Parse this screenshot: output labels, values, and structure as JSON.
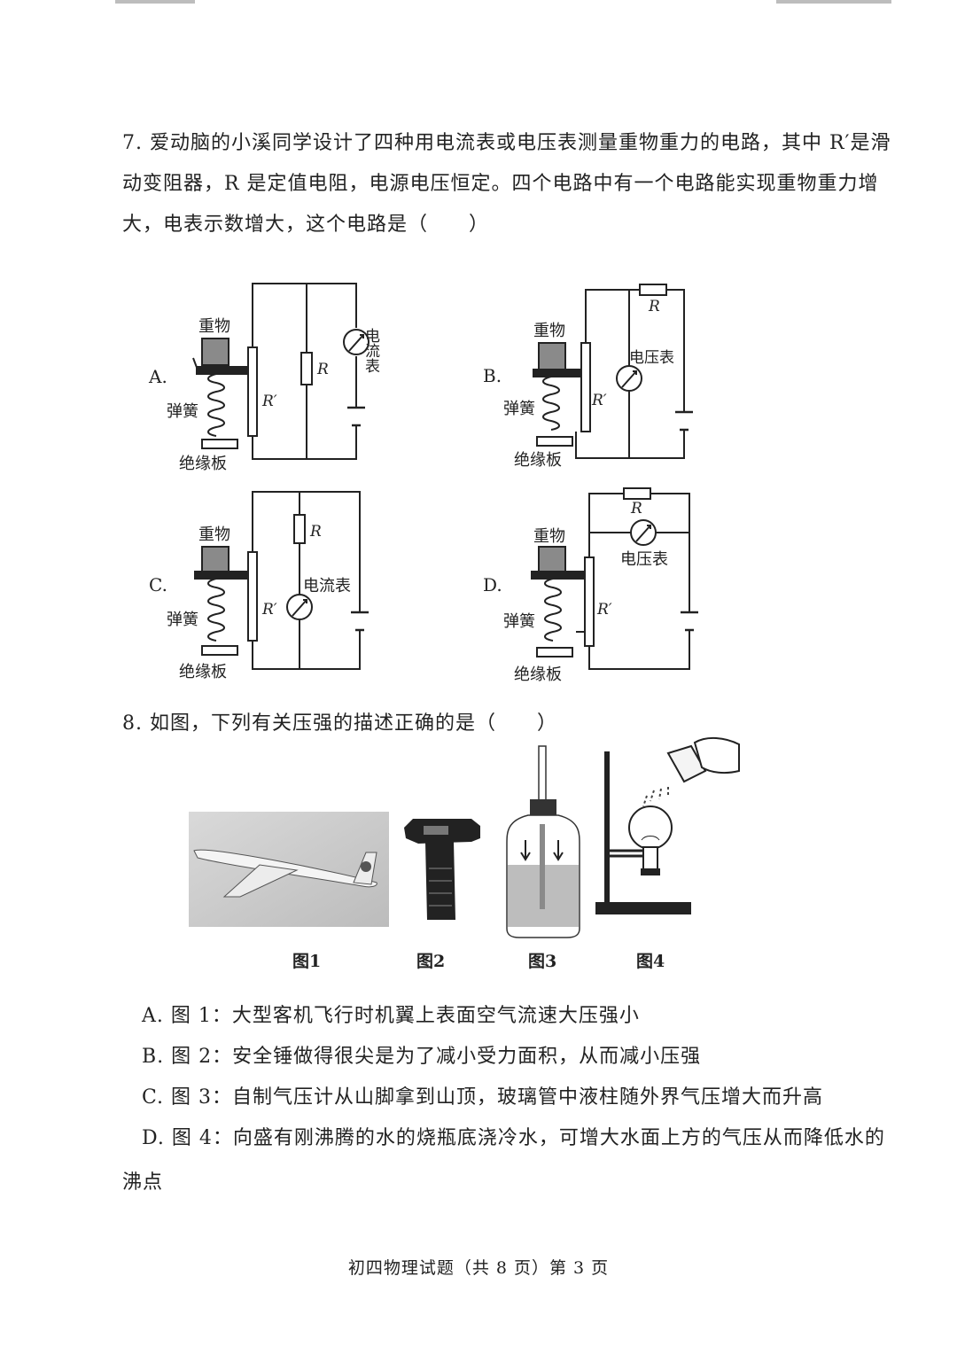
{
  "q7": {
    "line1": "7. 爱动脑的小溪同学设计了四种用电流表或电压表测量重物重力的电路，其中 R′是滑",
    "line2": "动变阻器，R 是定值电阻，电源电压恒定。四个电路中有一个电路能实现重物重力增",
    "line3": "大，电表示数增大，这个电路是（　　）",
    "circuits": {
      "a": {
        "option": "A.",
        "weight": "重物",
        "spring": "弹簧",
        "board": "绝缘板",
        "rheostat": "R′",
        "resistor": "R",
        "meter": "电流表"
      },
      "b": {
        "option": "B.",
        "weight": "重物",
        "spring": "弹簧",
        "board": "绝缘板",
        "rheostat": "R′",
        "resistor": "R",
        "meter": "电压表"
      },
      "c": {
        "option": "C.",
        "weight": "重物",
        "spring": "弹簧",
        "board": "绝缘板",
        "rheostat": "R′",
        "resistor": "R",
        "meter": "电流表"
      },
      "d": {
        "option": "D.",
        "weight": "重物",
        "spring": "弹簧",
        "board": "绝缘板",
        "rheostat": "R′",
        "resistor": "R",
        "meter": "电压表"
      }
    }
  },
  "q8": {
    "stem": "8. 如图，下列有关压强的描述正确的是（　　）",
    "figure_labels": [
      "图1",
      "图2",
      "图3",
      "图4"
    ],
    "options": [
      "A. 图 1：大型客机飞行时机翼上表面空气流速大压强小",
      "B. 图 2：安全锤做得很尖是为了减小受力面积，从而减小压强",
      "C. 图 3：自制气压计从山脚拿到山顶，玻璃管中液柱随外界气压增大而升高",
      "D. 图 4：向盛有刚沸腾的水的烧瓶底浇冷水，可增大水面上方的气压从而降低水的"
    ],
    "option_d_continued": "沸点"
  },
  "footer": "初四物理试题（共 8 页）第 3 页"
}
